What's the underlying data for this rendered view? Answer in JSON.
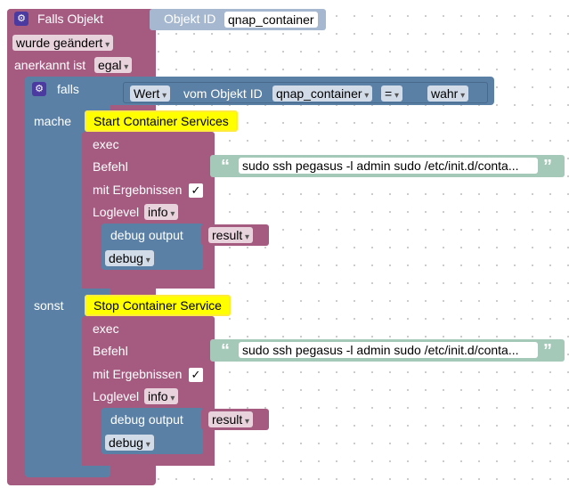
{
  "trigger": {
    "title": "Falls Objekt",
    "object_id_label": "Objekt ID",
    "object_id_value": "qnap_container",
    "changed_option": "wurde geändert",
    "ack_label": "anerkannt ist",
    "ack_value": "egal"
  },
  "if_block": {
    "if_label": "falls",
    "then_label": "mache",
    "else_label": "sonst",
    "condition": {
      "value_label": "Wert",
      "object_id_label": "vom Objekt ID",
      "object_id_value": "qnap_container",
      "operator": "=",
      "compare_value": "wahr"
    }
  },
  "exec_start": {
    "comment": "Start Container Services",
    "exec_label": "exec",
    "command_label": "Befehl",
    "command_value": "sudo ssh pegasus -l admin sudo /etc/init.d/conta...",
    "results_label": "mit Ergebnissen",
    "results_check": "✓",
    "loglevel_label": "Loglevel",
    "loglevel_value": "info",
    "debug_output_label": "debug output",
    "debug_output_var": "result",
    "debug_level": "debug"
  },
  "exec_stop": {
    "comment": "Stop Container Service",
    "exec_label": "exec",
    "command_label": "Befehl",
    "command_value": "sudo ssh pegasus -l admin sudo /etc/init.d/conta...",
    "results_label": "mit Ergebnissen",
    "results_check": "✓",
    "loglevel_label": "Loglevel",
    "loglevel_value": "info",
    "debug_output_label": "debug output",
    "debug_output_var": "result",
    "debug_level": "debug"
  },
  "icons": {
    "gear": "gear-icon",
    "quote_open": "“",
    "quote_close": "”"
  },
  "colors": {
    "event_block": "#a55b80",
    "logic_block": "#5b80a5",
    "text_block": "#a5c9b8",
    "comment": "#ffff00"
  }
}
